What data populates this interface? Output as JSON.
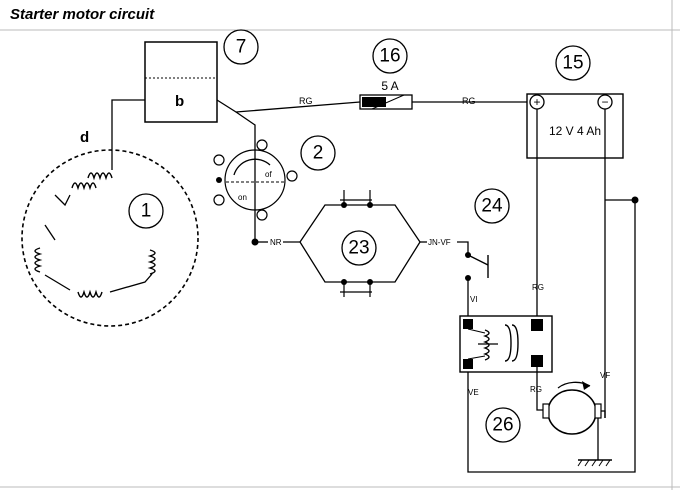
{
  "title": "Starter motor circuit",
  "labels": {
    "d": "d",
    "b": "b",
    "fuse_rating": "5 A",
    "battery_rating": "12 V 4 Ah",
    "wire_rg_left": "RG",
    "wire_rg_right": "RG",
    "wire_rg_relay_top": "RG",
    "wire_rg_relay_bottom": "RG",
    "wire_vf": "VF",
    "wire_nr": "NR",
    "wire_jn_vf": "JN-VF",
    "wire_vi": "VI",
    "wire_ve": "VE",
    "switch_of": "of",
    "switch_on": "on",
    "battery_plus": "+",
    "battery_minus": "−"
  },
  "components": [
    {
      "id": "c1",
      "number": "1"
    },
    {
      "id": "c2",
      "number": "2"
    },
    {
      "id": "c7",
      "number": "7"
    },
    {
      "id": "c15",
      "number": "15"
    },
    {
      "id": "c16",
      "number": "16"
    },
    {
      "id": "c23",
      "number": "23"
    },
    {
      "id": "c24",
      "number": "24"
    },
    {
      "id": "c26",
      "number": "26"
    }
  ]
}
